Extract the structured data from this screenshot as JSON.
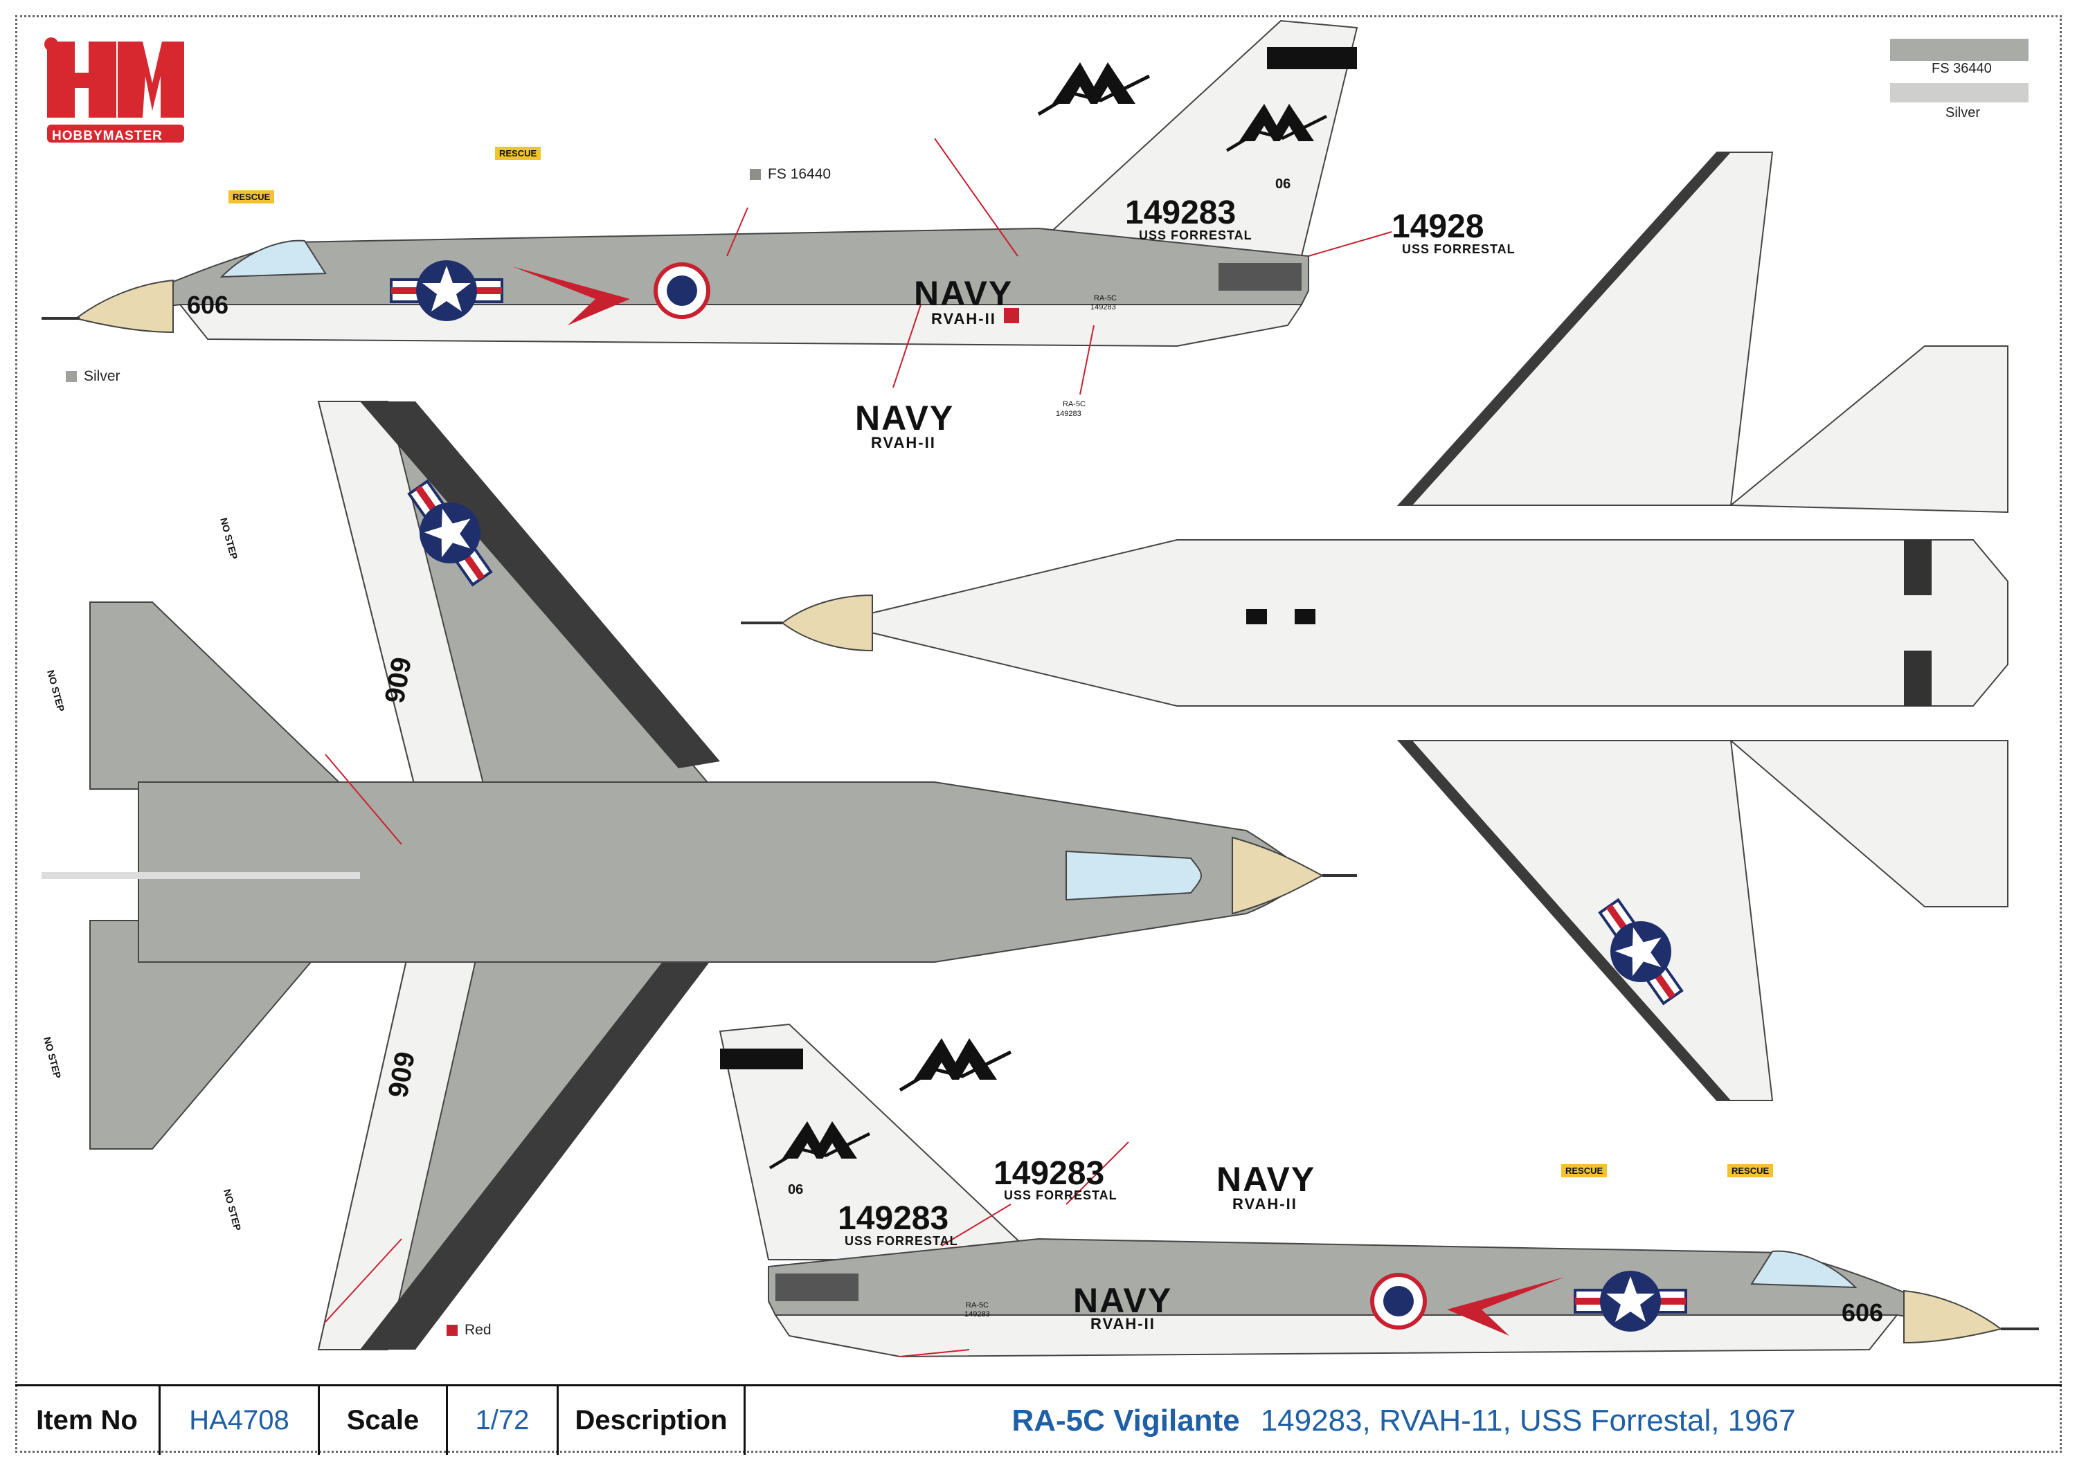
{
  "brand": {
    "logo_text": "HM",
    "logo_subtext": "HOBBYMASTER"
  },
  "swatches": [
    {
      "label": "FS 36440",
      "color": "#a9aba6"
    },
    {
      "label": "Silver",
      "color": "#cfd0ce"
    }
  ],
  "callouts": {
    "fs_top": "FS 16440",
    "silver_nose": "Silver",
    "red_tip": "Red"
  },
  "colors": {
    "gull_gray": "#a9aba6",
    "white": "#f2f3f1",
    "radome": "#e8d9b0",
    "insignia_blue": "#1f2f6b",
    "insignia_red": "#c8202f",
    "footer_blue": "#1f5fa6"
  },
  "top_profile": {
    "nose_number": "606",
    "navy": "NAVY",
    "squadron": "RVAH-II",
    "tail_serial": "149283",
    "tail_ship": "USS FORRESTAL",
    "tail_modex": "06",
    "stencil_type": "RA-5C",
    "stencil_serial": "149283"
  },
  "top_decals": {
    "navy": "NAVY",
    "squadron": "RVAH-II",
    "serial_alt": "14928",
    "ship_alt": "USS FORRESTAL",
    "stencil_type": "RA-5C",
    "stencil_serial": "149283",
    "rescue": "RESCUE"
  },
  "plan_view": {
    "wing_number": "606",
    "no_step": "NO STEP"
  },
  "bottom_profile": {
    "nose_number": "606",
    "navy": "NAVY",
    "squadron": "RVAH-II",
    "tail_serial": "149283",
    "tail_ship": "USS FORRESTAL",
    "tail_modex": "06",
    "decal_serial": "149283",
    "decal_ship": "USS FORRESTAL",
    "decal_navy": "NAVY",
    "decal_squadron": "RVAH-II",
    "stencil_type": "RA-5C",
    "stencil_serial": "149283",
    "rescue": "RESCUE"
  },
  "footer": {
    "item_label": "Item No",
    "item_value": "HA4708",
    "scale_label": "Scale",
    "scale_value": "1/72",
    "desc_label": "Description",
    "desc_title": "RA-5C Vigilante",
    "desc_detail": "149283, RVAH-11, USS Forrestal, 1967"
  }
}
